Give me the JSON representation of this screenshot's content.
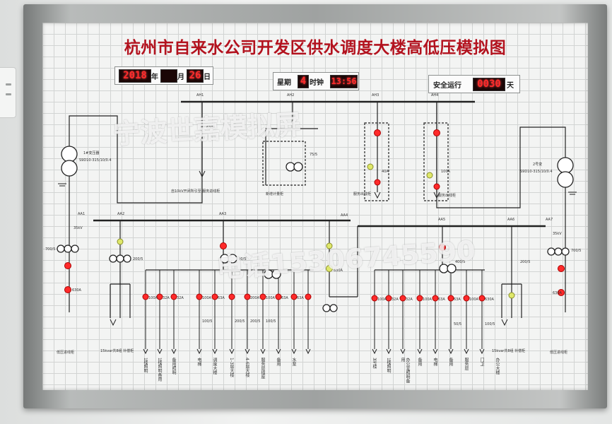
{
  "title": "杭州市自来水公司开发区供水调度大楼高低压模拟图",
  "date": {
    "year": "2018",
    "year_unit": "年",
    "month": "",
    "month_unit": "月",
    "day": "26",
    "day_unit": "日"
  },
  "week": {
    "label": "星期",
    "value": "4"
  },
  "time": {
    "label": "时钟",
    "value": "13:56"
  },
  "safety": {
    "label": "安全运行",
    "value": "0030",
    "unit": "天"
  },
  "watermarks": {
    "company": "宁波世嘉模拟屏",
    "phone": "电话15306745590"
  },
  "cabinets": {
    "ah1": "AH1",
    "ah2": "AH2",
    "ah3": "AH3",
    "ah4": "AH4",
    "aa1": "AA1",
    "aa2": "AA2",
    "aa3": "AA3",
    "aa4": "AA4",
    "aa5": "AA5",
    "aa6": "AA6",
    "aa7": "AA7"
  },
  "hv": {
    "incoming": "自10kV开闭所引至\n服务进线柜",
    "metering": "新增计量柜",
    "feeder1": "服务出线柜",
    "feeder2": "服务出线柜",
    "breaker_630": "630A",
    "ct_75": "75/5",
    "amp_40": "40A",
    "amp_100": "100A"
  },
  "transformers": {
    "t1_name": "1#变压器",
    "t1_model": "S9D10-315/10/0.4",
    "t2_name": "2号变",
    "t2_model": "S9D10-315/10/0.4"
  },
  "lv": {
    "kv1": "35kV",
    "kv2": "35kV",
    "ct_700": "700/5",
    "ct_200": "200/5",
    "ct_400": "400/5",
    "ct_400b": "400/5",
    "ct_700b": "700/5",
    "ct_200b": "200/5",
    "main_630": "630A",
    "bus_630": "630A",
    "main_630b": "630A",
    "left_breakers": [
      "100A",
      "32A",
      "32A",
      "100A",
      "63A",
      "200A",
      "100A",
      "63A",
      "63A"
    ],
    "right_breakers": [
      "100A",
      "32A",
      "32A",
      "100A",
      "63A",
      "63A",
      "100A",
      "630A"
    ],
    "left_cts": [
      "100/5",
      "200/5",
      "200/5",
      "100/5"
    ],
    "right_cts": [
      "50/5",
      "100/5"
    ],
    "left_feeders": [
      "1楼照明",
      "1楼照明备用",
      "备用照明",
      "电梯",
      "调度大楼",
      "1-3层大楼",
      "4-6层大楼",
      "服务层插座",
      "备用",
      "水泵"
    ],
    "right_feeders": [
      "3号楼",
      "1楼照明",
      "办公室照明备用",
      "备用",
      "电梯",
      "备用",
      "服务层",
      "门卫",
      "办公大楼"
    ],
    "capacitor_left": "15kvar共8组\n补偿柜",
    "capacitor_right": "15kvar共8组\n补偿柜",
    "lv_incoming_left": "低压进线柜",
    "lv_incoming_right": "低压进线柜"
  }
}
